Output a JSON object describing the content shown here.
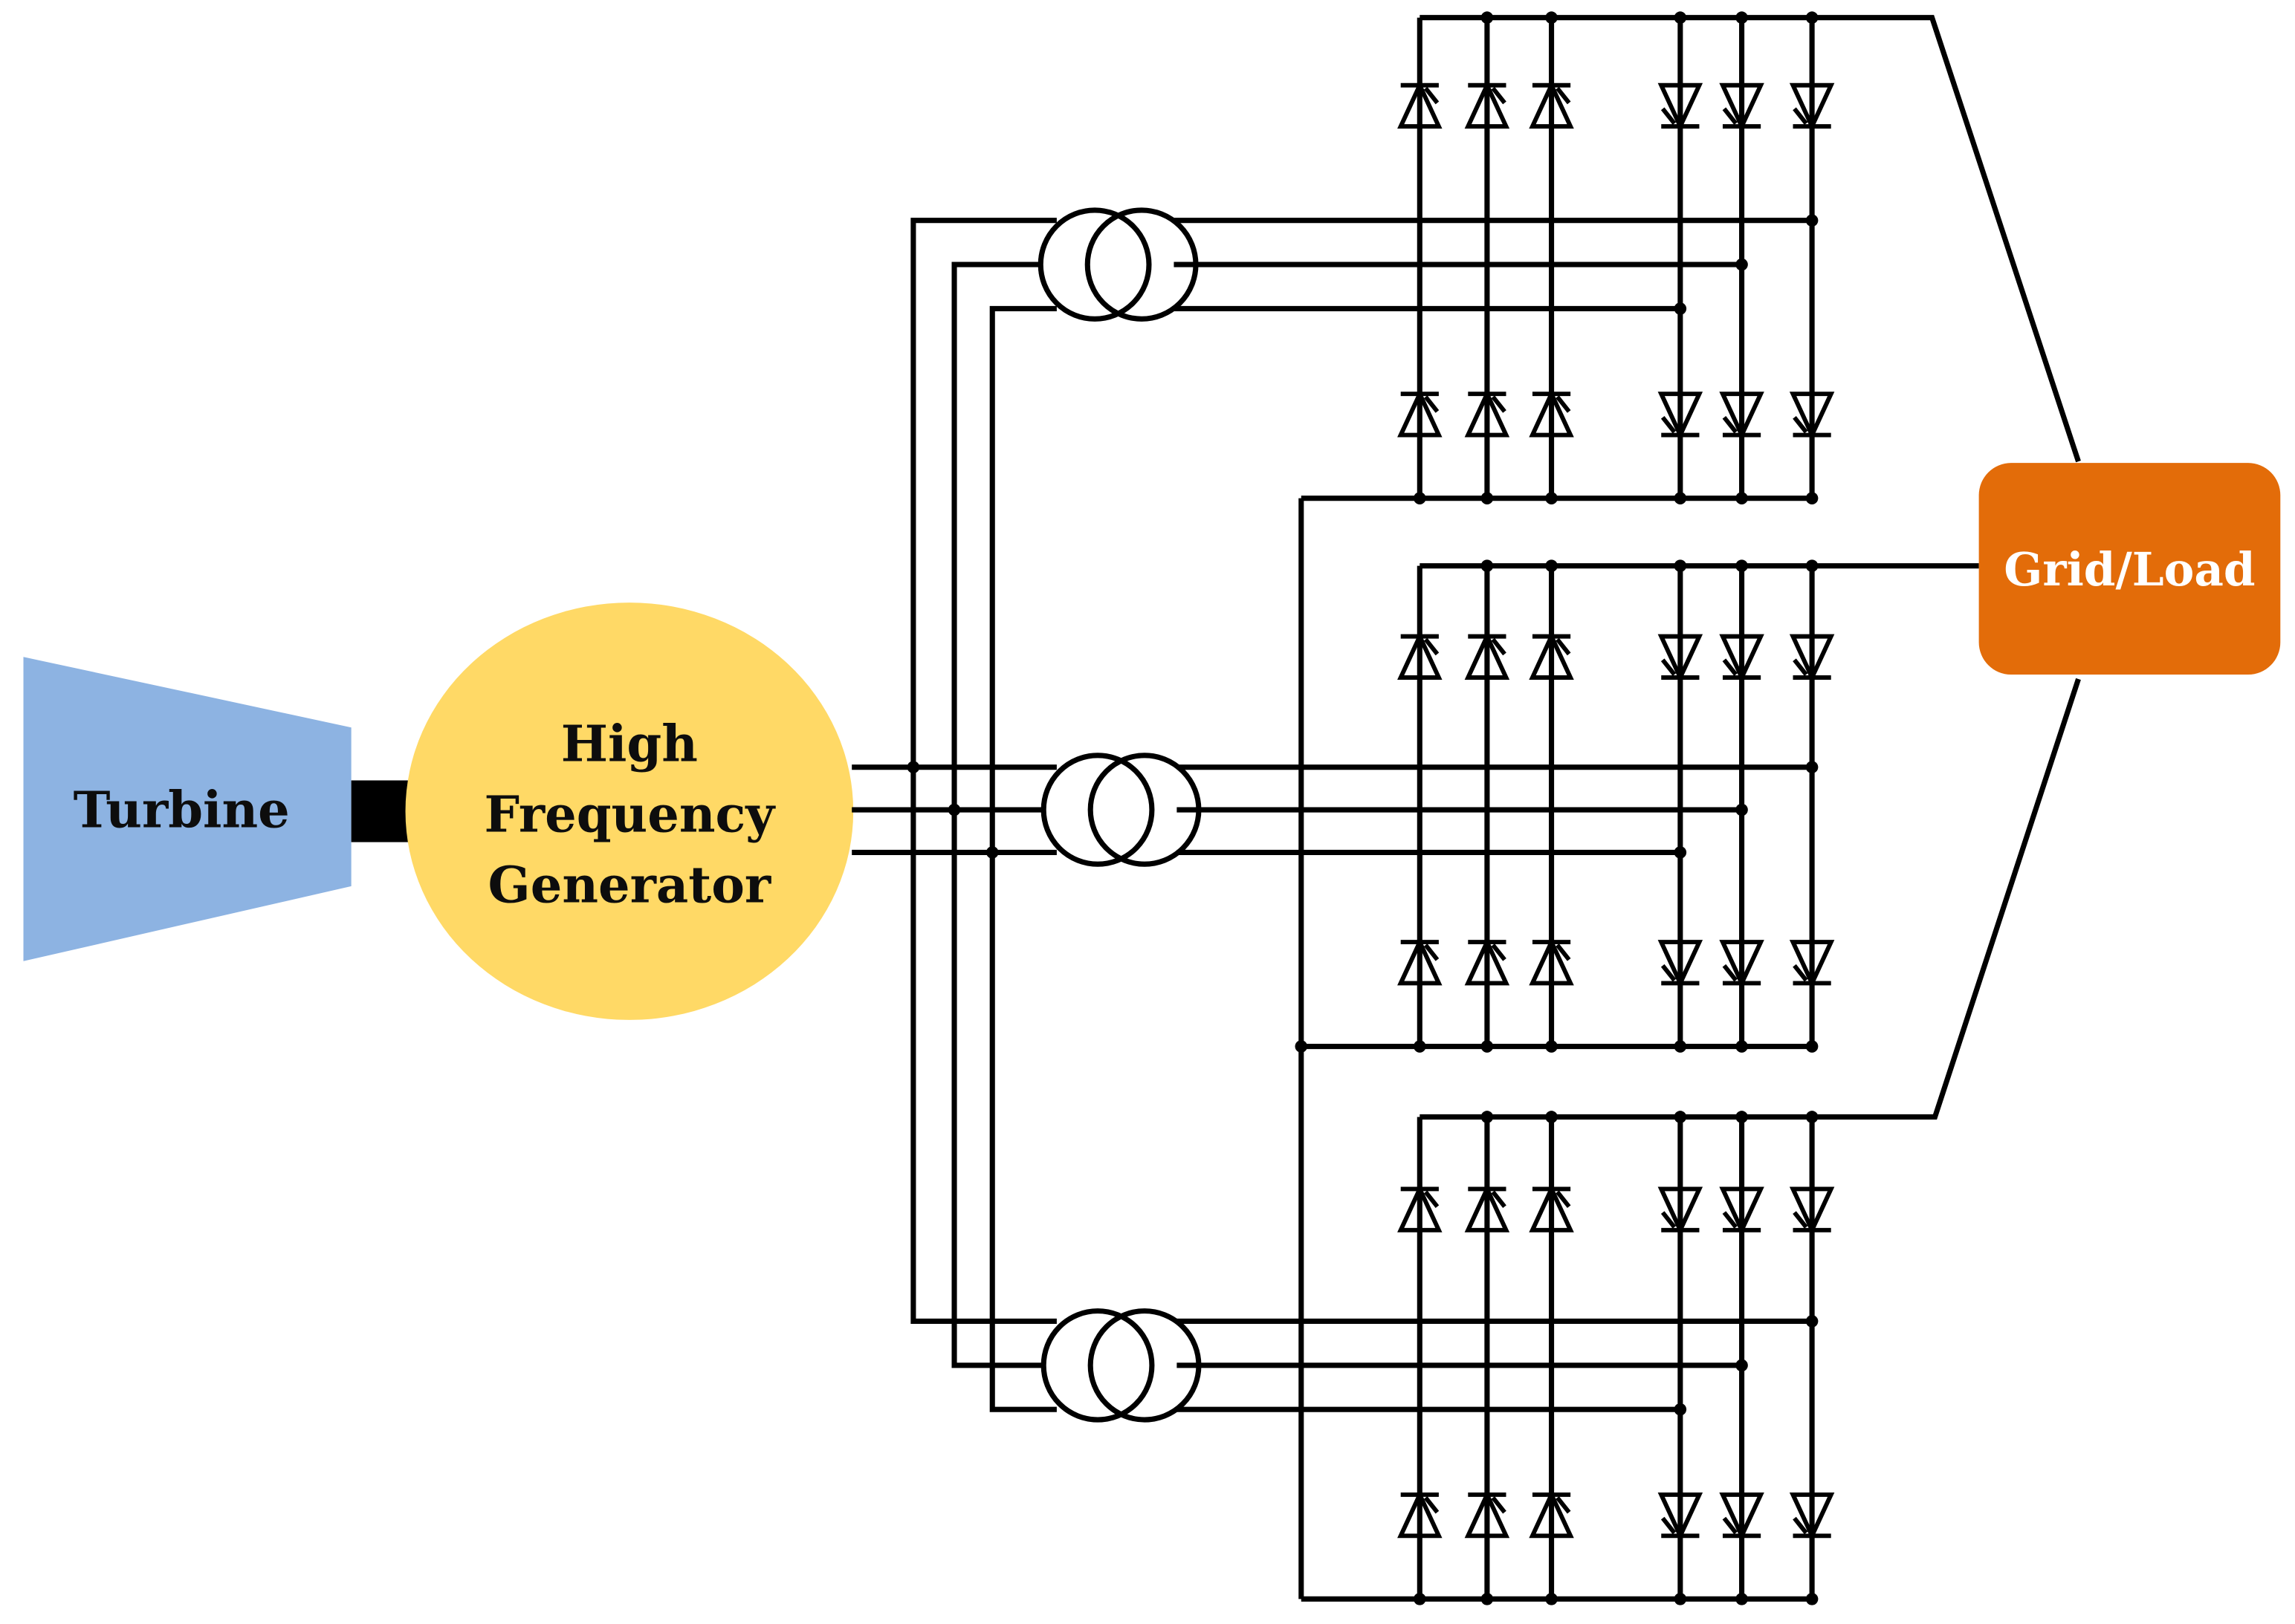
{
  "blocks": {
    "turbine": {
      "label": "Turbine",
      "color": "#8db3e2"
    },
    "generator": {
      "lines": [
        "High",
        "Frequency",
        "Generator"
      ],
      "color": "#ffd966"
    },
    "grid_load": {
      "label": "Grid/Load",
      "color": "#e36c09",
      "text_color": "#ffffff"
    },
    "shaft": {
      "color": "#000000"
    }
  },
  "circuit": {
    "converter_modules": 3,
    "transformers": 3,
    "thyristors_per_bridge": 12,
    "wire_color": "#000000"
  }
}
